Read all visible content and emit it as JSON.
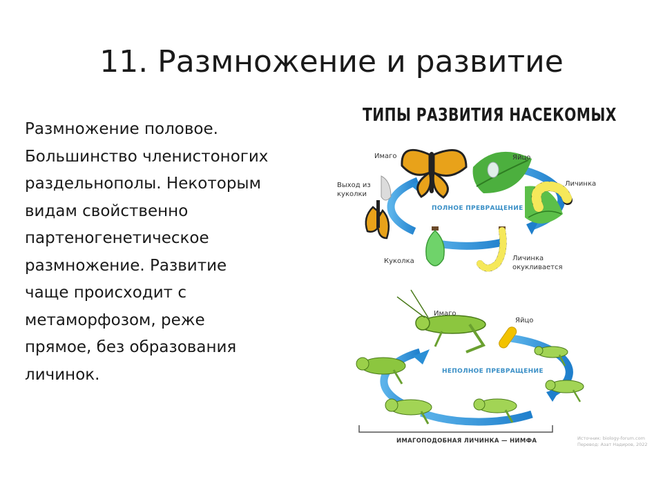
{
  "slide": {
    "title": "11. Размножение и развитие",
    "body_lines": [
      "Размножение половое.",
      "Большинство членистоногих",
      "раздельнополы. Некоторым",
      "видам свойственно",
      "партеногенетическое",
      "размножение. Развитие",
      "чаще происходит с",
      "метаморфозом, реже",
      "прямое, без образования",
      "личинок."
    ]
  },
  "diagram": {
    "heading": "ТИПЫ РАЗВИТИЯ НАСЕКОМЫХ",
    "complete": {
      "cycle_label": "ПОЛНОЕ ПРЕВРАЩЕНИЕ",
      "imago": "Имаго",
      "egg": "Яйцо",
      "larva": "Личинка",
      "emergence_line1": "Выход из",
      "emergence_line2": "куколки",
      "pupa": "Куколка",
      "pupating_line1": "Личинка",
      "pupating_line2": "окукливается"
    },
    "incomplete": {
      "cycle_label": "НЕПОЛНОЕ ПРЕВРАЩЕНИЕ",
      "imago": "Имаго",
      "egg": "Яйцо",
      "bottom_label": "ИМАГОПОДОБНАЯ ЛИЧИНКА — НИМФА"
    },
    "source_line1": "Источник: biology-forum.com",
    "source_line2": "Перевод: Азат Надиров, 2022"
  },
  "colors": {
    "arrow_blue": "#2a8fd6",
    "leaf_green": "#4caf3e",
    "grasshopper_green": "#8cc63f",
    "butterfly_orange": "#e8a21a",
    "egg_yellow": "#f2c200"
  }
}
